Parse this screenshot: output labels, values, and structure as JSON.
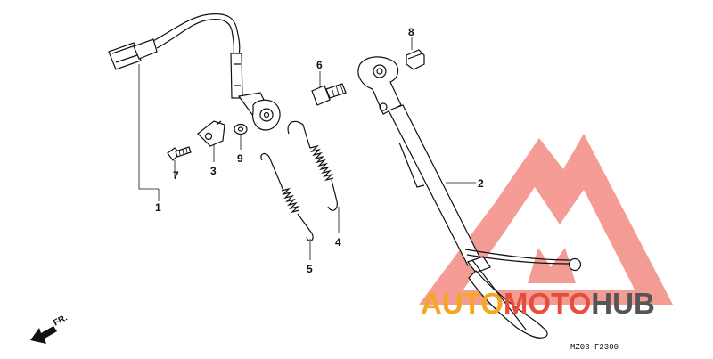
{
  "diagram": {
    "callouts": [
      {
        "id": "p1",
        "label": "1"
      },
      {
        "id": "p2",
        "label": "2"
      },
      {
        "id": "p3",
        "label": "3"
      },
      {
        "id": "p4",
        "label": "4"
      },
      {
        "id": "p5",
        "label": "5"
      },
      {
        "id": "p6",
        "label": "6"
      },
      {
        "id": "p7",
        "label": "7"
      },
      {
        "id": "p8",
        "label": "8"
      },
      {
        "id": "p9",
        "label": "9"
      }
    ],
    "direction_label": "FR.",
    "drawing_code": "MZ03-F2300"
  },
  "watermark": {
    "part_a": "AUTO",
    "part_b": "MOTO",
    "part_c": "HUB",
    "color_a": "#f5a623",
    "color_b": "#e84c3d",
    "color_c": "#555555",
    "triangle_color": "#f28b82"
  }
}
